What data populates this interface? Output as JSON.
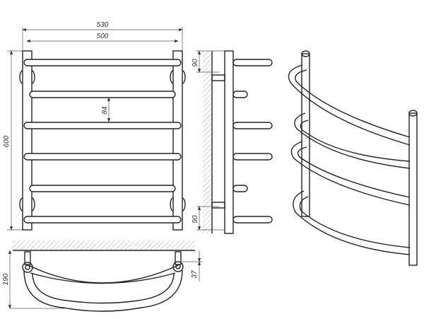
{
  "dimensions": {
    "overall_width": "530",
    "center_distance": "500",
    "rail_spacing": "84",
    "overall_height": "600",
    "top_bracket_offset": "90",
    "bottom_bracket_offset": "90",
    "depth": "190",
    "bracket_depth": "37"
  },
  "colors": {
    "line": "#222222",
    "dimension": "#555555",
    "hatch": "#999999"
  }
}
